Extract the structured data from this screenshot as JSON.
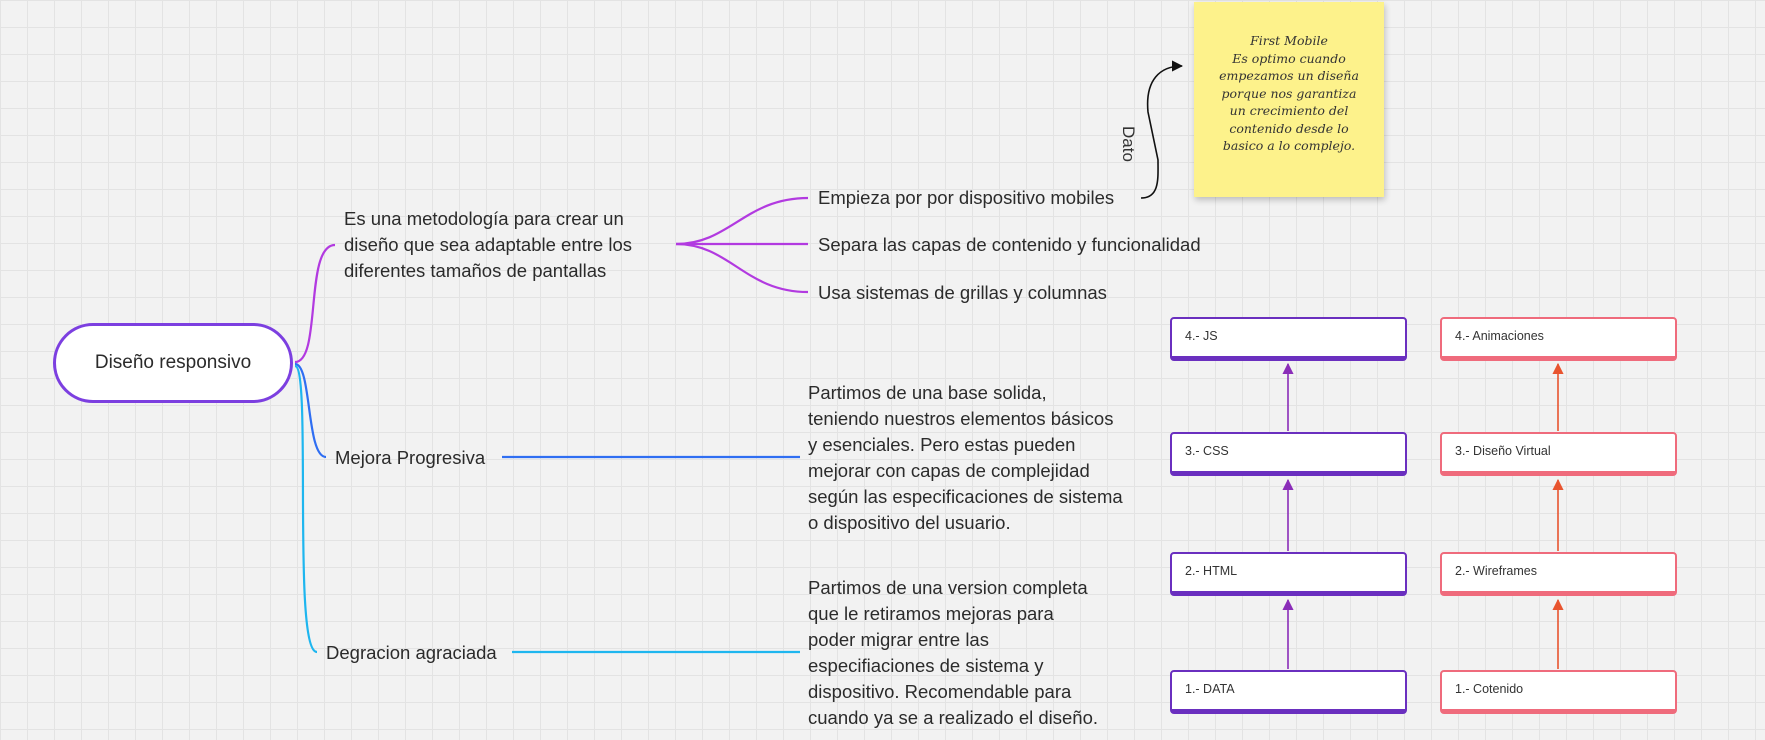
{
  "root": {
    "label": "Diseño responsivo"
  },
  "branches": {
    "definition": {
      "label_lines": [
        "Es una metodología para crear un",
        "diseño que sea adaptable entre los",
        "diferentes tamaños de pantallas"
      ],
      "children": [
        "Empieza por por dispositivo mobiles",
        "Separa las capas de contenido y funcionalidad",
        "Usa sistemas de grillas y columnas"
      ]
    },
    "progressive": {
      "label": "Mejora Progresiva",
      "description_lines": [
        "Partimos de una base solida,",
        "teniendo nuestros elementos básicos",
        "y esenciales. Pero estas pueden",
        "mejorar con capas de complejidad",
        "según las especificaciones de sistema",
        "o dispositivo del usuario."
      ]
    },
    "graceful": {
      "label": "Degracion agraciada",
      "description_lines": [
        "Partimos de una version completa",
        "que le retiramos mejoras para",
        "poder migrar entre las",
        "especifiaciones de sistema y",
        "dispositivo. Recomendable para",
        "cuando ya se a realizado el diseño."
      ]
    }
  },
  "sticky_note": {
    "lines": [
      "First Mobile",
      "Es optimo cuando",
      "empezamos un diseña",
      "porque nos garantiza",
      "un crecimiento del",
      "contenido desde lo",
      "basico a lo complejo."
    ],
    "color": "#fdf28b"
  },
  "connector": {
    "label": "Dato"
  },
  "stack_tech": {
    "color": "#6a2fbf",
    "items": [
      "4.- JS",
      "3.- CSS",
      "2.- HTML",
      "1.- DATA"
    ]
  },
  "stack_design": {
    "color": "#ef6b7c",
    "items": [
      "4.- Animaciones",
      "3.- Diseño Virtual",
      "2.- Wireframes",
      "1.- Cotenido"
    ]
  },
  "colors": {
    "definition_branch": "#b23ae0",
    "progressive_branch": "#2f6ef2",
    "graceful_branch": "#1eb6ef",
    "root_border": "#7c3fe0",
    "tech_arrow": "#8a2db8",
    "design_arrow": "#e8542f"
  }
}
